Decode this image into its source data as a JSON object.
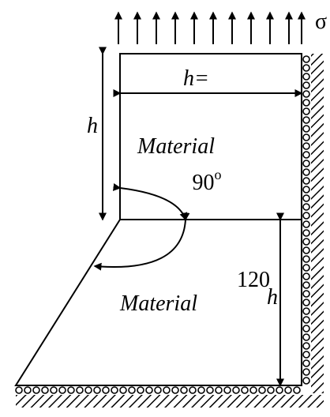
{
  "labels": {
    "stress_symbol": "σ",
    "top_width": "h=",
    "top_left_height": "h",
    "top_material": "Material",
    "top_angle_value": "90",
    "top_angle_unit": "o",
    "bottom_angle": "120",
    "bottom_right_height": "h",
    "bottom_material": "Material"
  },
  "colors": {
    "ink": "#000000",
    "background": "#ffffff"
  }
}
